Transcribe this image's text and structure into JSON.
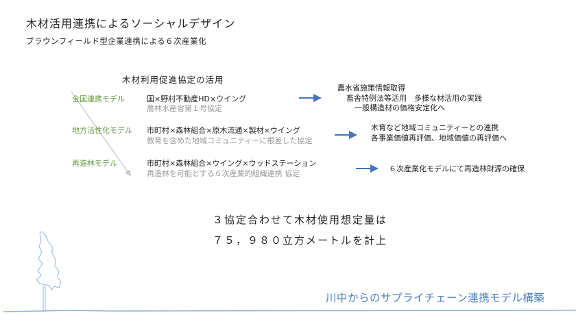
{
  "title": "木材活用連携によるソーシャルデザイン",
  "subtitle": "ブラウンフィールド型企業連携による６次産業化",
  "section_heading": "木材利用促進協定の活用",
  "models": [
    {
      "name": "全国連携モデル",
      "partners": "国×野村不動産HD×ウイング",
      "agreement": "農林水産省第１号協定",
      "outcomes": [
        "農水省施策情報取得",
        "畜舎特例法等活用　多様な材活用の実践",
        "一般構造材の価格安定化へ"
      ]
    },
    {
      "name": "地方活性化モデル",
      "partners": "市町村×森林組合×原木流通×製材×ウイング",
      "agreement": "教育を含めた地域コミュニティーに根差した協定",
      "outcomes": [
        "木育など地域コミュニティーとの連携",
        "各事業価値再評価、地域価値の再評価へ"
      ]
    },
    {
      "name": "再造林モデル",
      "partners": "市町村×森林組合×ウイング×ウッドステーション",
      "agreement": "再造林を可能とする６次産業的組織連携 協定",
      "outcomes": [
        "６次産業化モデルにて再造林財源の確保"
      ]
    }
  ],
  "summary": [
    "３協定合わせて木材使用想定量は",
    "７５，９８０立方メートルを計上"
  ],
  "caption": "川中からのサプライチェーン連携モデル構築",
  "colors": {
    "model_label": "#6a9a45",
    "arrow": "#4472c4",
    "caption": "#4a7fc0",
    "line": "#8fb4e3"
  }
}
